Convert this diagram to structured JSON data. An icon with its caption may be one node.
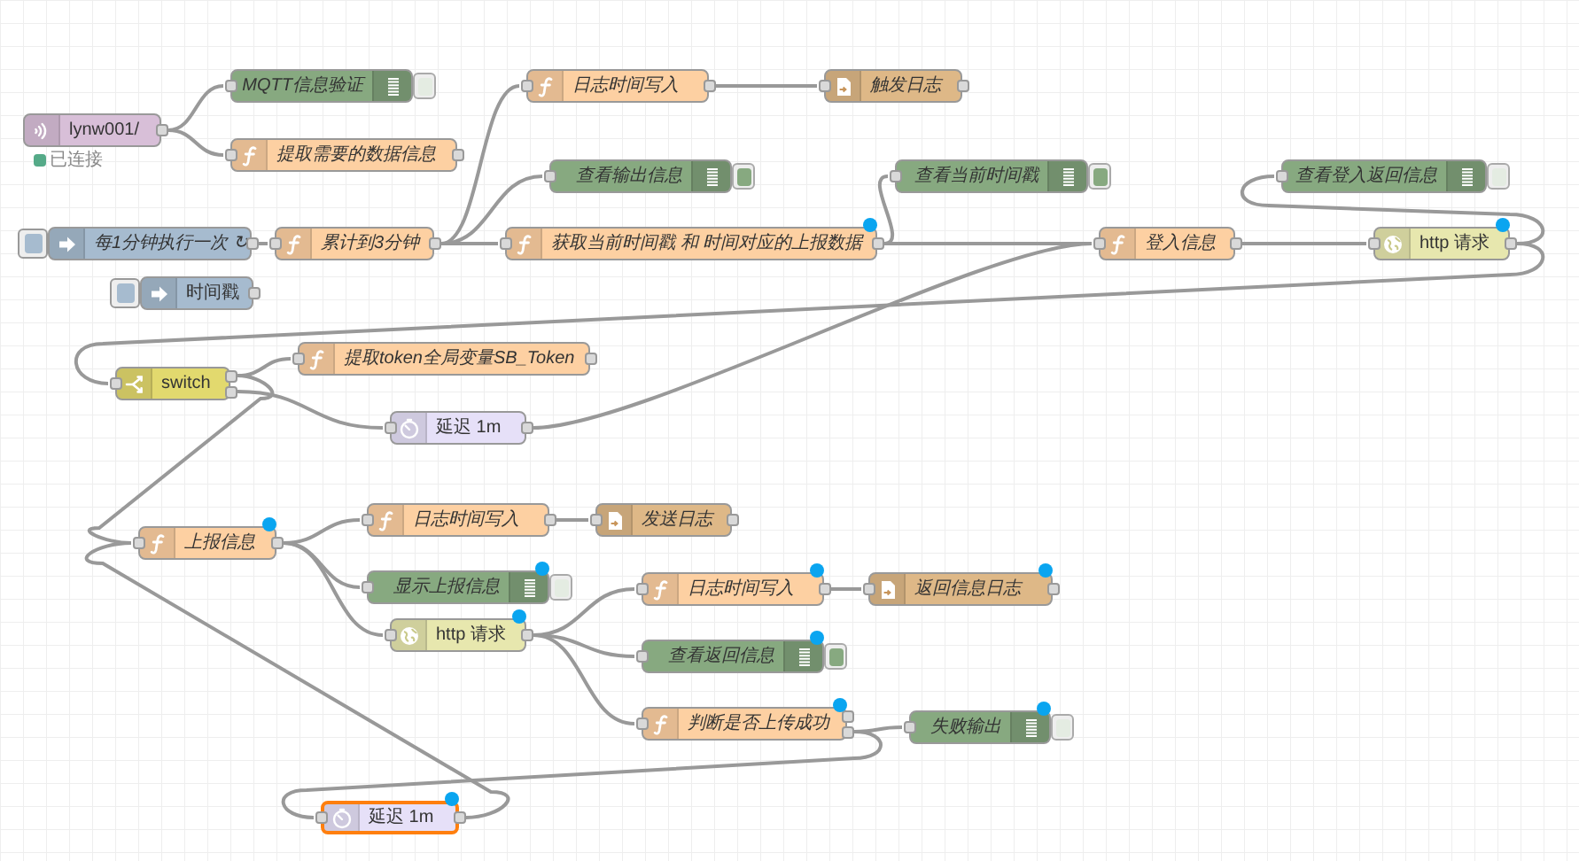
{
  "diagram": {
    "nodes": [
      {
        "text": [
          "lynw001/"
        ],
        "beside": [
          "已连接"
        ]
      },
      {
        "text": [
          "MQTT信息验证"
        ]
      },
      {
        "text": [
          "提取需要的数据信息"
        ]
      },
      {
        "text": [
          "每1分钟执行一次 ↻"
        ]
      },
      {
        "text": [
          "累计到3分钟"
        ]
      },
      {
        "text": [
          "时间戳"
        ]
      },
      {
        "text": [
          "日志时间写入"
        ]
      },
      {
        "text": [
          "触发日志"
        ]
      },
      {
        "text": [
          "查看输出信息"
        ]
      },
      {
        "text": [
          "获取当前时间戳 和 时间对应的上报数据"
        ]
      },
      {
        "text": [
          "查看当前时间戳"
        ]
      },
      {
        "text": [
          "登入信息"
        ]
      },
      {
        "text": [
          "查看登入返回信息"
        ]
      },
      {
        "text": [
          "http 请求"
        ]
      },
      {
        "text": [
          "switch"
        ]
      },
      {
        "text": [
          "提取token全局变量SB_Token"
        ]
      },
      {
        "text": [
          "延迟 1m"
        ]
      },
      {
        "text": [
          "上报信息"
        ]
      },
      {
        "text": [
          "日志时间写入"
        ]
      },
      {
        "text": [
          "发送日志"
        ]
      },
      {
        "text": [
          "显示上报信息"
        ]
      },
      {
        "text": [
          "http 请求"
        ]
      },
      {
        "text": [
          "日志时间写入"
        ]
      },
      {
        "text": [
          "返回信息日志"
        ]
      },
      {
        "text": [
          "查看返回信息"
        ]
      },
      {
        "text": [
          "判断是否上传成功"
        ]
      },
      {
        "text": [
          "失败输出"
        ]
      },
      {
        "text": [
          "延迟 1m"
        ]
      }
    ],
    "edges": [
      {
        "from": 0,
        "to": 1,
        "arrow": "none"
      },
      {
        "from": 0,
        "to": 2,
        "arrow": "none"
      },
      {
        "from": 3,
        "to": 4,
        "arrow": "none"
      },
      {
        "from": 4,
        "to": 6,
        "arrow": "none"
      },
      {
        "from": 4,
        "to": 8,
        "arrow": "none"
      },
      {
        "from": 4,
        "to": 9,
        "arrow": "none"
      },
      {
        "from": 6,
        "to": 7,
        "arrow": "none"
      },
      {
        "from": 9,
        "to": 10,
        "arrow": "none"
      },
      {
        "from": 9,
        "to": 11,
        "arrow": "none"
      },
      {
        "from": 11,
        "to": 13,
        "arrow": "none"
      },
      {
        "from": 13,
        "to": 12,
        "arrow": "none"
      },
      {
        "from": 13,
        "to": 14,
        "arrow": "none"
      },
      {
        "from": 14,
        "to": 15,
        "arrow": "none"
      },
      {
        "from": 14,
        "to": 16,
        "arrow": "none"
      },
      {
        "from": 14,
        "to": 17,
        "arrow": "none"
      },
      {
        "from": 16,
        "to": 11,
        "arrow": "none"
      },
      {
        "from": 17,
        "to": 18,
        "arrow": "none"
      },
      {
        "from": 17,
        "to": 20,
        "arrow": "none"
      },
      {
        "from": 17,
        "to": 21,
        "arrow": "none"
      },
      {
        "from": 18,
        "to": 19,
        "arrow": "none"
      },
      {
        "from": 21,
        "to": 22,
        "arrow": "none"
      },
      {
        "from": 21,
        "to": 24,
        "arrow": "none"
      },
      {
        "from": 21,
        "to": 25,
        "arrow": "none"
      },
      {
        "from": 22,
        "to": 23,
        "arrow": "none"
      },
      {
        "from": 25,
        "to": 26,
        "arrow": "none"
      },
      {
        "from": 25,
        "to": 27,
        "arrow": "none"
      },
      {
        "from": 27,
        "to": 17,
        "arrow": "none"
      }
    ]
  }
}
